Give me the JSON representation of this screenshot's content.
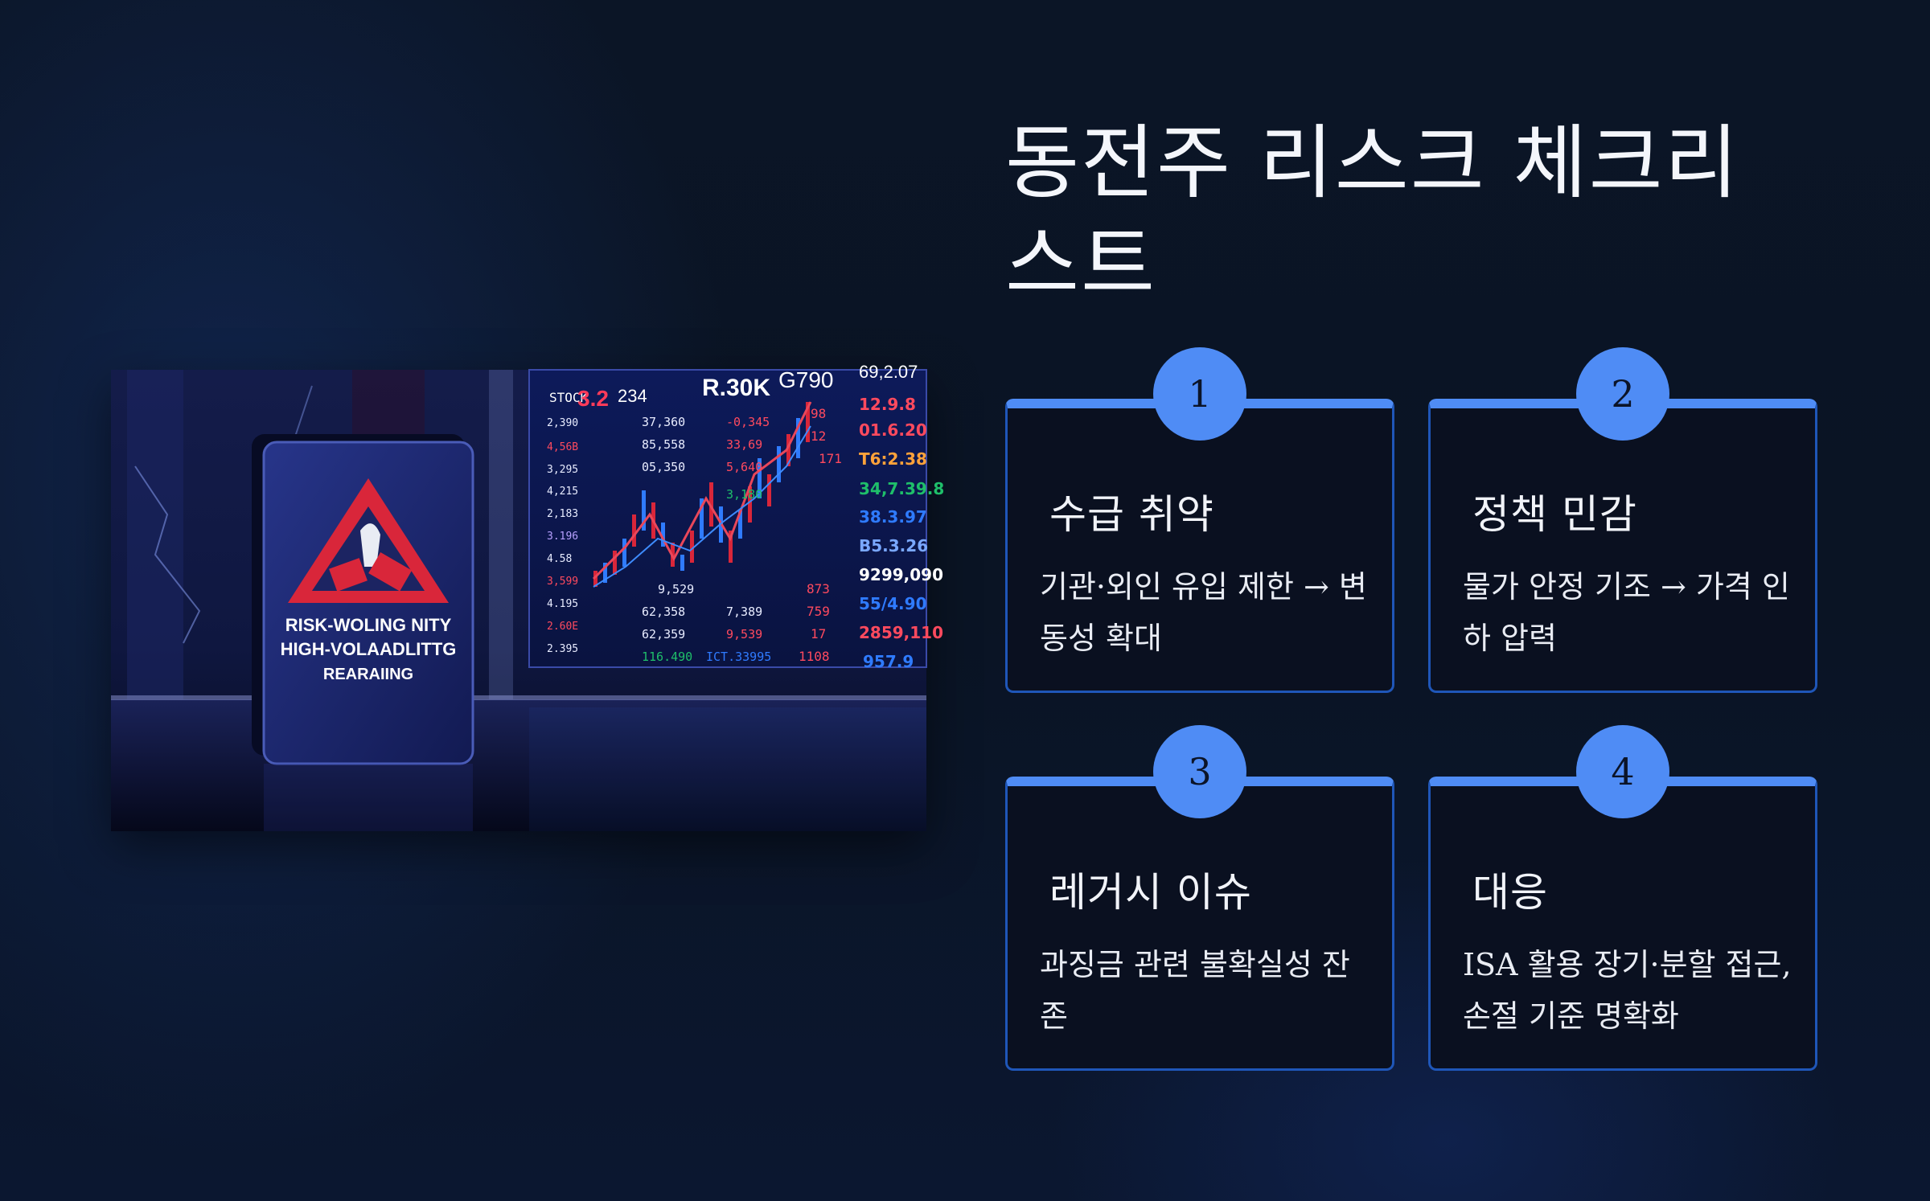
{
  "slide": {
    "title": "동전주 리스크 체크리스트"
  },
  "hero_image": {
    "sign_text": [
      "RISK-WOLING NITY",
      "HIGH-VOLAADLITTG",
      "REARAIING"
    ],
    "board_header": [
      "3.2 234",
      "R.30K",
      "G790",
      "69,2.07"
    ],
    "board_cols": {
      "left": [
        "2,390",
        "4,56B",
        "3,295",
        "4,215",
        "2,183",
        "3.196",
        "4.58",
        "3,599",
        "4.195",
        "2.60E",
        "2.395"
      ],
      "mid": [
        "37,360",
        "85,558",
        "05,350",
        "9,529",
        "62,358",
        "62,359",
        "116.490"
      ],
      "mid2": [
        "-0,345",
        "33,69",
        "5,640",
        "3,180",
        "7,389",
        "9,539",
        "ICT.33995"
      ],
      "right": [
        "98",
        "12",
        "171",
        "873",
        "759",
        "17",
        "1108"
      ],
      "far": [
        "12.9.8",
        "01.6.20",
        "T6:2.38",
        "34,7.39.8",
        "38.3.97",
        "B5.3.26",
        "9299,090",
        "55/4.90",
        "2859,110",
        "957.9"
      ]
    },
    "accent_colors": [
      "#d9263a",
      "#2f7bff",
      "#1fbf6a"
    ]
  },
  "cards": [
    {
      "number": "1",
      "title": "수급 취약",
      "desc": "기관·외인 유입 제한 → 변동성 확대"
    },
    {
      "number": "2",
      "title": "정책 민감",
      "desc": "물가 안정 기조 → 가격 인하 압력"
    },
    {
      "number": "3",
      "title": "레거시 이슈",
      "desc": "과징금 관련 불확실성 잔존"
    },
    {
      "number": "4",
      "title": "대응",
      "desc": "ISA 활용 장기·분할 접근, 손절 기준 명확화"
    }
  ],
  "colors": {
    "accent": "#4f8cf5",
    "card_border": "#1f56b8",
    "background": "#0a1424"
  }
}
